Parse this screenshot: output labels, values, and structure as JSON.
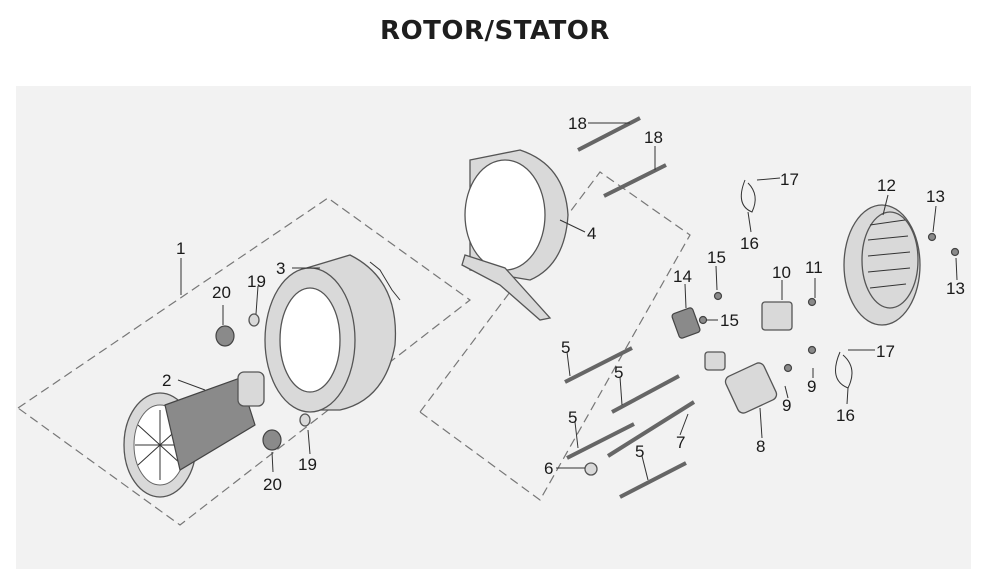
{
  "title": "ROTOR/STATOR",
  "callouts": {
    "c1": "1",
    "c2": "2",
    "c3": "3",
    "c4": "4",
    "c5a": "5",
    "c5b": "5",
    "c5c": "5",
    "c5d": "5",
    "c6": "6",
    "c7": "7",
    "c8": "8",
    "c9a": "9",
    "c9b": "9",
    "c10": "10",
    "c11": "11",
    "c12": "12",
    "c13a": "13",
    "c13b": "13",
    "c14": "14",
    "c15a": "15",
    "c15b": "15",
    "c16a": "16",
    "c16b": "16",
    "c17a": "17",
    "c17b": "17",
    "c18a": "18",
    "c18b": "18",
    "c19a": "19",
    "c19b": "19",
    "c20a": "20",
    "c20b": "20"
  }
}
